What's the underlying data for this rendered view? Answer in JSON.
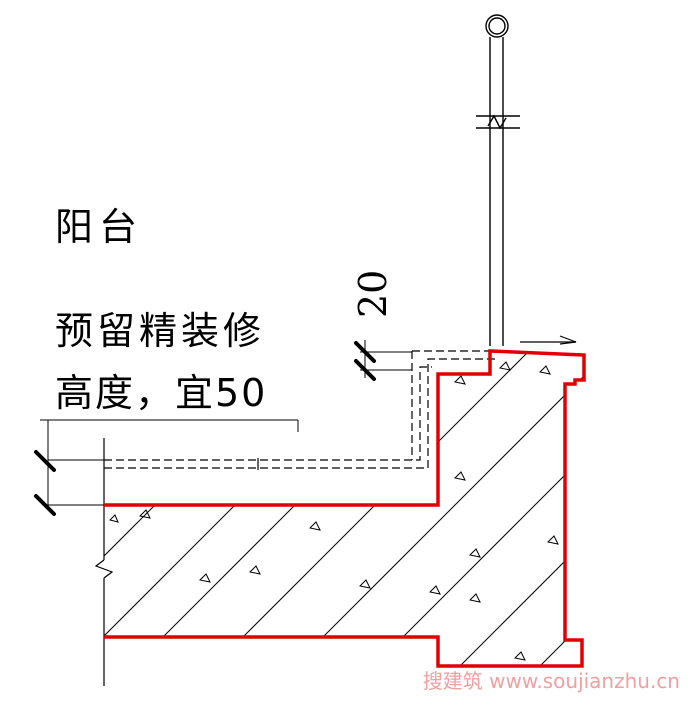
{
  "labels": {
    "balcony": "阳台",
    "note_line1": "预留精装修",
    "note_line2": "高度，宜50",
    "dimension": "20"
  },
  "watermark": "搜建筑 www.soujianzhu.cn",
  "colors": {
    "outline": "#e00000",
    "line": "#000000",
    "watermark": "#f0a0a0"
  }
}
